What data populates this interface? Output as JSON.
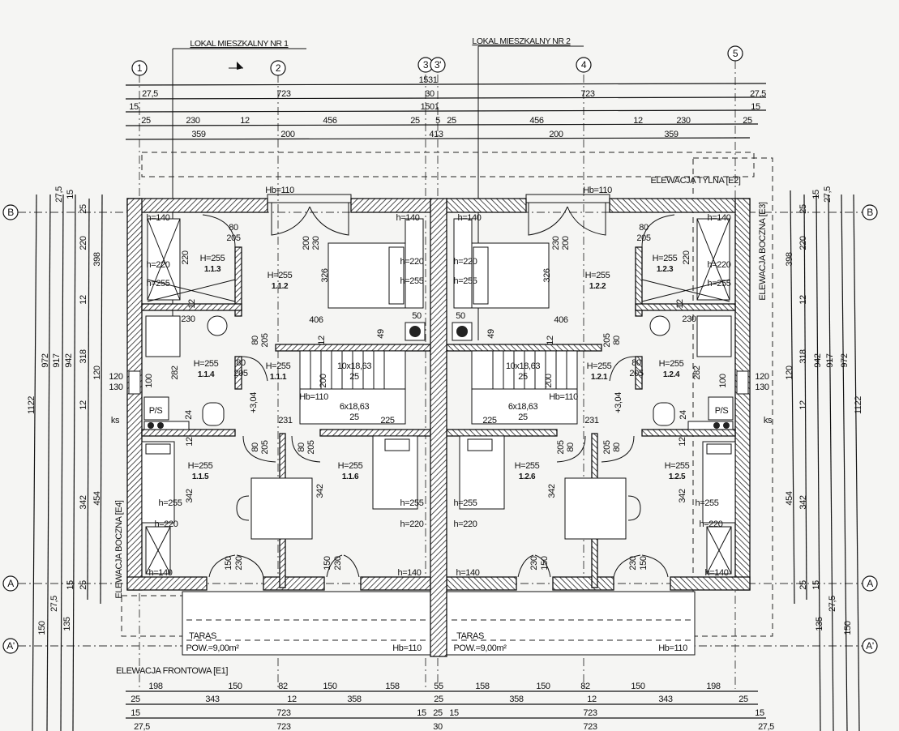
{
  "headers": {
    "unit1": "LOKAL MIESZKALNY NR 1",
    "unit2": "LOKAL MIESZKALNY NR 2"
  },
  "axes": {
    "vertical": [
      "1",
      "2",
      "3",
      "3'",
      "4",
      "5"
    ],
    "horizontal": [
      "B",
      "A",
      "A'"
    ]
  },
  "elevations": {
    "front": "ELEWACJA FRONTOWA [E1]",
    "rear": "ELEWACJA TYLNA [E2]",
    "side_right": "ELEWACJA BOCZNA [E3]",
    "side_left": "ELEWACJA BOCZNA [E4]"
  },
  "dims": {
    "top": [
      [
        "1531"
      ],
      [
        "27,5",
        "723",
        "30",
        "723",
        "27,5"
      ],
      [
        "15",
        "1501",
        "15"
      ],
      [
        "25",
        "230",
        "12",
        "456",
        "25",
        "5",
        "25",
        "456",
        "12",
        "230",
        "25"
      ],
      [
        "359",
        "200",
        "413",
        "200",
        "359"
      ]
    ],
    "bottom": [
      [
        "198",
        "150",
        "82",
        "150",
        "158",
        "55",
        "158",
        "150",
        "82",
        "150",
        "198"
      ],
      [
        "25",
        "343",
        "12",
        "358",
        "25",
        "358",
        "12",
        "343",
        "25"
      ],
      [
        "15",
        "723",
        "15",
        "25",
        "15",
        "723",
        "15"
      ],
      [
        "27,5",
        "723",
        "30",
        "723",
        "27,5"
      ]
    ],
    "side": [
      "1122",
      "972",
      "917",
      "942",
      "398",
      "220",
      "12",
      "318",
      "120",
      "12",
      "342",
      "454",
      "27,5",
      "15",
      "25",
      "150",
      "27,5",
      "135",
      "15",
      "25"
    ]
  },
  "windows_side": [
    "120",
    "130",
    "ks"
  ],
  "unit1": {
    "rooms": [
      {
        "h": "H=255",
        "n": "1.1.3"
      },
      {
        "h": "H=255",
        "n": "1.1.2"
      },
      {
        "h": "H=255",
        "n": "1.1.4"
      },
      {
        "h": "H=255",
        "n": "1.1.1"
      },
      {
        "h": "H=255",
        "n": "1.1.5"
      },
      {
        "h": "H=255",
        "n": "1.1.6"
      }
    ],
    "notes": [
      "h=140",
      "h=220",
      "h=255",
      "220",
      "12",
      "230",
      "80",
      "205",
      "200",
      "230",
      "326",
      "h=140",
      "h=220",
      "h=255",
      "406",
      "50",
      "49",
      "12",
      "282",
      "80",
      "205",
      "80",
      "205",
      "10x18,63",
      "25",
      "200",
      "Hb=110",
      "6x18,63",
      "25",
      "+3,04",
      "100",
      "P/S",
      "24",
      "231",
      "225",
      "12",
      "80",
      "205",
      "80",
      "205",
      "h=255",
      "342",
      "h=220",
      "h=140",
      "150",
      "230",
      "342",
      "h=255",
      "h=220",
      "h=140",
      "150",
      "230",
      "Hb=110"
    ],
    "terrace": {
      "name": "TARAS",
      "area": "POW.=9,00m²",
      "rail": "Hb=110"
    }
  },
  "unit2": {
    "rooms": [
      {
        "h": "H=255",
        "n": "1.2.3"
      },
      {
        "h": "H=255",
        "n": "1.2.2"
      },
      {
        "h": "H=255",
        "n": "1.2.4"
      },
      {
        "h": "H=255",
        "n": "1.2.1"
      },
      {
        "h": "H=255",
        "n": "1.2.5"
      },
      {
        "h": "H=255",
        "n": "1.2.6"
      }
    ],
    "notes": [
      "h=140",
      "h=220",
      "h=255",
      "220",
      "12",
      "230",
      "80",
      "205",
      "200",
      "230",
      "326",
      "h=140",
      "h=220",
      "h=255",
      "406",
      "50",
      "49",
      "12",
      "282",
      "80",
      "205",
      "80",
      "205",
      "10x18,63",
      "25",
      "200",
      "Hb=110",
      "6x18,63",
      "25",
      "+3,04",
      "100",
      "P/S",
      "24",
      "231",
      "225",
      "12",
      "80",
      "205",
      "80",
      "205",
      "h=255",
      "342",
      "h=220",
      "h=140",
      "150",
      "230",
      "342",
      "h=255",
      "h=220",
      "h=140",
      "150",
      "230",
      "Hb=110"
    ],
    "terrace": {
      "name": "TARAS",
      "area": "POW.=9,00m²",
      "rail": "Hb=110"
    }
  }
}
